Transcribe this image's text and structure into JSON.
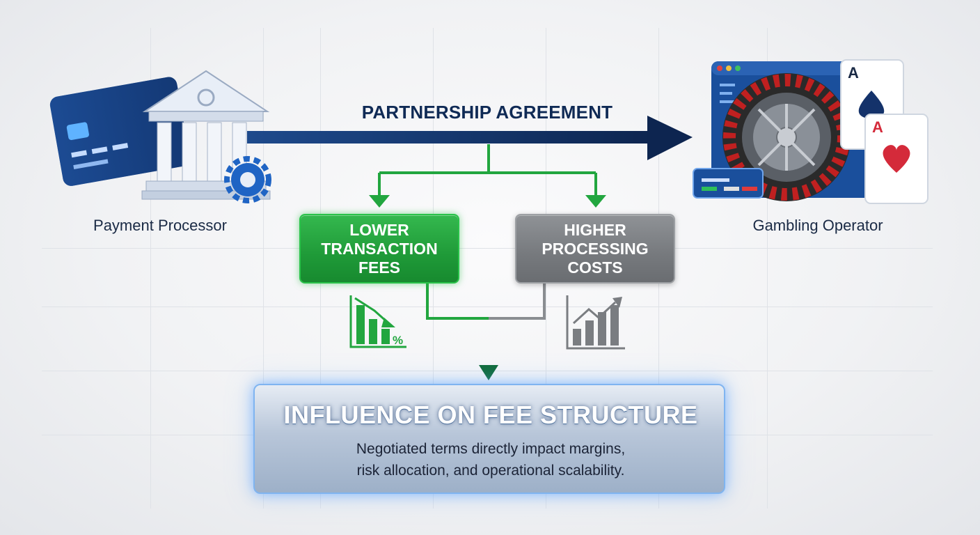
{
  "diagram": {
    "partnership_label": "PARTNERSHIP AGREEMENT",
    "processor_label": "Payment Processor",
    "operator_label": "Gambling Operator",
    "lower_fees": "LOWER\nTRANSACTION\nFEES",
    "higher_costs": "HIGHER\nPROCESSING\nCOSTS",
    "influence_title": "INFLUENCE ON FEE STRUCTURE",
    "influence_desc": "Negotiated terms directly impact margins,\nrisk allocation, and operational scalability.",
    "chart_icon_percent": "%",
    "card_ace_letter": "A"
  },
  "icons": {
    "processor": "credit-card-bank-gear-icon",
    "operator": "roulette-playing-cards-icon",
    "lower_fees": "declining-bar-chart-icon",
    "higher_costs": "rising-bar-chart-icon"
  },
  "colors": {
    "main_arrow": "#0f2a55",
    "green_flow": "#22a63f",
    "gray_flow": "#8a8d91",
    "lower_box": "#1f9a38",
    "higher_box": "#76797d",
    "panel_glow": "#7fb4f0"
  }
}
